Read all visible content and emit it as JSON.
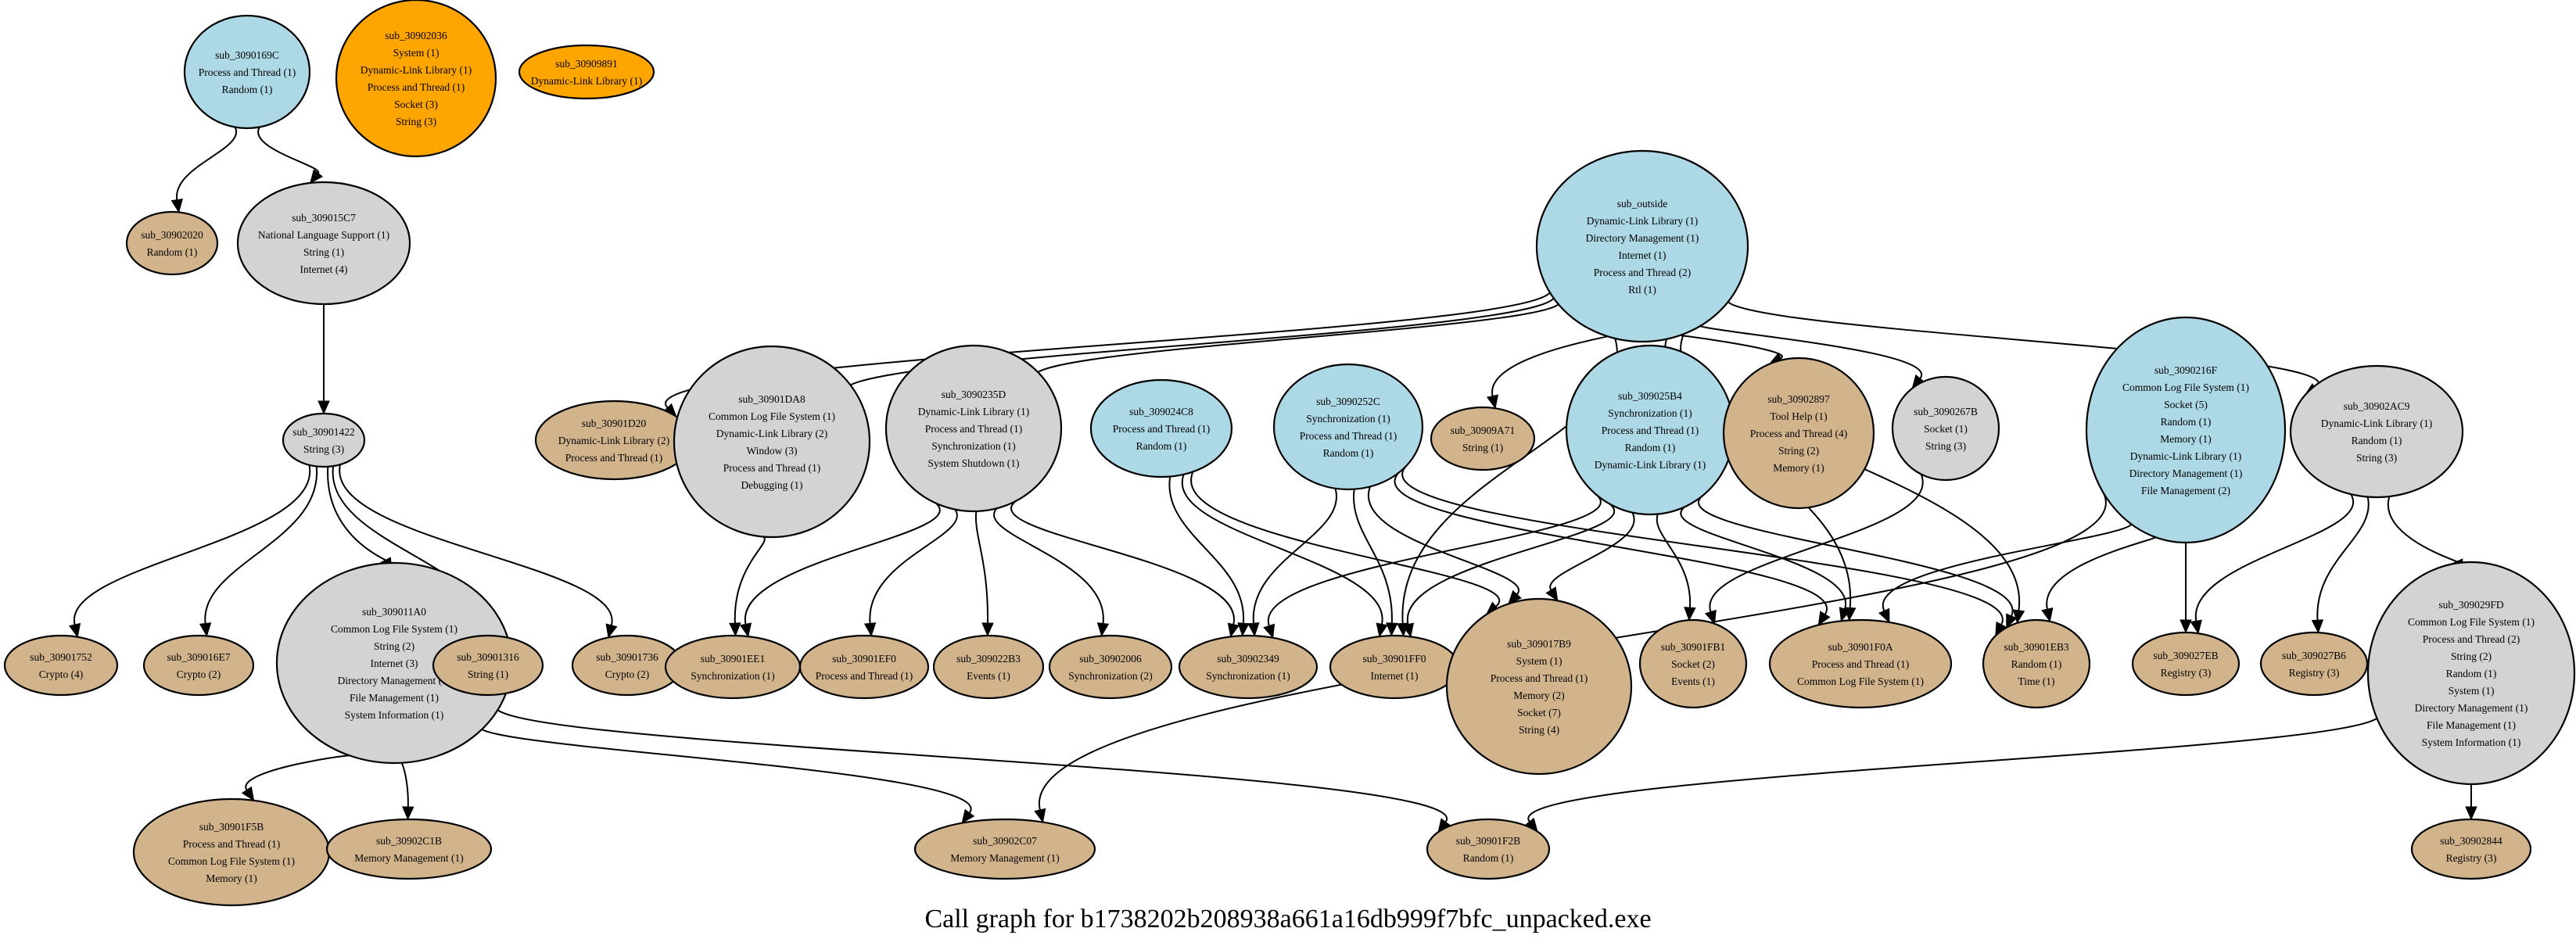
{
  "title": "Call graph for b1738202b208938a661a16db999f7bfc_unpacked.exe",
  "colors": {
    "entry": "#add8e6",
    "intermediate": "#d3d3d3",
    "leaf": "#d2b48c",
    "orphan": "#ffa500",
    "edge": "#000000"
  },
  "nodes": [
    {
      "id": "sub_3090169C",
      "kind": "entry",
      "labels": [
        "Process and Thread (1)",
        "Random (1)"
      ]
    },
    {
      "id": "sub_30902036",
      "kind": "orphan",
      "labels": [
        "System (1)",
        "Dynamic-Link Library (1)",
        "Process and Thread (1)",
        "Socket (3)",
        "String (3)"
      ]
    },
    {
      "id": "sub_30909891",
      "kind": "orphan",
      "labels": [
        "Dynamic-Link Library (1)"
      ]
    },
    {
      "id": "sub_30902020",
      "kind": "leaf",
      "labels": [
        "Random (1)"
      ]
    },
    {
      "id": "sub_309015C7",
      "kind": "intermediate",
      "labels": [
        "National Language Support (1)",
        "String (1)",
        "Internet (4)"
      ]
    },
    {
      "id": "sub_30901422",
      "kind": "intermediate",
      "labels": [
        "String (3)"
      ]
    },
    {
      "id": "sub_30901752",
      "kind": "leaf",
      "labels": [
        "Crypto (4)"
      ]
    },
    {
      "id": "sub_309016E7",
      "kind": "leaf",
      "labels": [
        "Crypto (2)"
      ]
    },
    {
      "id": "sub_309011A0",
      "kind": "intermediate",
      "labels": [
        "Common Log File System (1)",
        "String (2)",
        "Internet (3)",
        "Directory Management (1)",
        "File Management (1)",
        "System Information (1)"
      ]
    },
    {
      "id": "sub_30901316",
      "kind": "leaf",
      "labels": [
        "String (1)"
      ]
    },
    {
      "id": "sub_30901736",
      "kind": "leaf",
      "labels": [
        "Crypto (2)"
      ]
    },
    {
      "id": "sub_30901F5B",
      "kind": "leaf",
      "labels": [
        "Process and Thread (1)",
        "Common Log File System (1)",
        "Memory (1)"
      ]
    },
    {
      "id": "sub_30902C1B",
      "kind": "leaf",
      "labels": [
        "Memory Management (1)"
      ]
    },
    {
      "id": "sub_30902C07",
      "kind": "leaf",
      "labels": [
        "Memory Management (1)"
      ]
    },
    {
      "id": "sub_30901F2B",
      "kind": "leaf",
      "labels": [
        "Random (1)"
      ]
    },
    {
      "id": "sub_30902844",
      "kind": "leaf",
      "labels": [
        "Registry (3)"
      ]
    },
    {
      "id": "sub_outside",
      "kind": "entry",
      "labels": [
        "Dynamic-Link Library (1)",
        "Directory Management (1)",
        "Internet (1)",
        "Process and Thread (2)",
        "Rtl (1)"
      ]
    },
    {
      "id": "sub_30901D20",
      "kind": "leaf",
      "labels": [
        "Dynamic-Link Library (2)",
        "Process and Thread (1)"
      ]
    },
    {
      "id": "sub_30901DA8",
      "kind": "intermediate",
      "labels": [
        "Common Log File System (1)",
        "Dynamic-Link Library (2)",
        "Window (3)",
        "Process and Thread (1)",
        "Debugging (1)"
      ]
    },
    {
      "id": "sub_3090235D",
      "kind": "intermediate",
      "labels": [
        "Dynamic-Link Library (1)",
        "Process and Thread (1)",
        "Synchronization (1)",
        "System Shutdown (1)"
      ]
    },
    {
      "id": "sub_309024C8",
      "kind": "entry",
      "labels": [
        "Process and Thread (1)",
        "Random (1)"
      ]
    },
    {
      "id": "sub_3090252C",
      "kind": "entry",
      "labels": [
        "Synchronization (1)",
        "Process and Thread (1)",
        "Random (1)"
      ]
    },
    {
      "id": "sub_30909A71",
      "kind": "leaf",
      "labels": [
        "String (1)"
      ]
    },
    {
      "id": "sub_309025B4",
      "kind": "entry",
      "labels": [
        "Synchronization (1)",
        "Process and Thread (1)",
        "Random (1)",
        "Dynamic-Link Library (1)"
      ]
    },
    {
      "id": "sub_30902897",
      "kind": "leaf",
      "labels": [
        "Tool Help (1)",
        "Process and Thread (4)",
        "String (2)",
        "Memory (1)"
      ]
    },
    {
      "id": "sub_3090267B",
      "kind": "intermediate",
      "labels": [
        "Socket (1)",
        "String (3)"
      ]
    },
    {
      "id": "sub_3090216F",
      "kind": "entry",
      "labels": [
        "Common Log File System (1)",
        "Socket (5)",
        "Random (1)",
        "Memory (1)",
        "Dynamic-Link Library (1)",
        "Directory Management (1)",
        "File Management (2)"
      ]
    },
    {
      "id": "sub_30902AC9",
      "kind": "intermediate",
      "labels": [
        "Dynamic-Link Library (1)",
        "Random (1)",
        "String (3)"
      ]
    },
    {
      "id": "sub_30901EE1",
      "kind": "leaf",
      "labels": [
        "Synchronization (1)"
      ]
    },
    {
      "id": "sub_30901EF0",
      "kind": "leaf",
      "labels": [
        "Process and Thread (1)"
      ]
    },
    {
      "id": "sub_309022B3",
      "kind": "leaf",
      "labels": [
        "Events (1)"
      ]
    },
    {
      "id": "sub_30902006",
      "kind": "leaf",
      "labels": [
        "Synchronization (2)"
      ]
    },
    {
      "id": "sub_30902349",
      "kind": "leaf",
      "labels": [
        "Synchronization (1)"
      ]
    },
    {
      "id": "sub_30901FF0",
      "kind": "leaf",
      "labels": [
        "Internet (1)"
      ]
    },
    {
      "id": "sub_309017B9",
      "kind": "leaf",
      "labels": [
        "System (1)",
        "Process and Thread (1)",
        "Memory (2)",
        "Socket (7)",
        "String (4)"
      ]
    },
    {
      "id": "sub_30901FB1",
      "kind": "leaf",
      "labels": [
        "Socket (2)",
        "Events (1)"
      ]
    },
    {
      "id": "sub_30901F0A",
      "kind": "leaf",
      "labels": [
        "Process and Thread (1)",
        "Common Log File System (1)"
      ]
    },
    {
      "id": "sub_30901EB3",
      "kind": "leaf",
      "labels": [
        "Random (1)",
        "Time (1)"
      ]
    },
    {
      "id": "sub_309027EB",
      "kind": "leaf",
      "labels": [
        "Registry (3)"
      ]
    },
    {
      "id": "sub_309027B6",
      "kind": "leaf",
      "labels": [
        "Registry (3)"
      ]
    },
    {
      "id": "sub_309029FD",
      "kind": "intermediate",
      "labels": [
        "Common Log File System (1)",
        "Process and Thread (2)",
        "String (2)",
        "Random (1)",
        "System (1)",
        "Directory Management (1)",
        "File Management (1)",
        "System Information (1)"
      ]
    }
  ],
  "edges": [
    [
      "sub_3090169C",
      "sub_30902020"
    ],
    [
      "sub_3090169C",
      "sub_309015C7"
    ],
    [
      "sub_309015C7",
      "sub_30901422"
    ],
    [
      "sub_30901422",
      "sub_30901752"
    ],
    [
      "sub_30901422",
      "sub_309016E7"
    ],
    [
      "sub_30901422",
      "sub_309011A0"
    ],
    [
      "sub_30901422",
      "sub_30901316"
    ],
    [
      "sub_30901422",
      "sub_30901736"
    ],
    [
      "sub_309011A0",
      "sub_30901F5B"
    ],
    [
      "sub_309011A0",
      "sub_30902C1B"
    ],
    [
      "sub_309011A0",
      "sub_30902C07"
    ],
    [
      "sub_309011A0",
      "sub_30901F2B"
    ],
    [
      "sub_outside",
      "sub_30901D20"
    ],
    [
      "sub_outside",
      "sub_30901DA8"
    ],
    [
      "sub_outside",
      "sub_3090235D"
    ],
    [
      "sub_outside",
      "sub_30901FF0"
    ],
    [
      "sub_outside",
      "sub_30909A71"
    ],
    [
      "sub_outside",
      "sub_30902897"
    ],
    [
      "sub_outside",
      "sub_3090267B"
    ],
    [
      "sub_outside",
      "sub_30901F0A"
    ],
    [
      "sub_outside",
      "sub_30901EB3"
    ],
    [
      "sub_outside",
      "sub_30902AC9"
    ],
    [
      "sub_30901DA8",
      "sub_30901EE1"
    ],
    [
      "sub_3090235D",
      "sub_30901EE1"
    ],
    [
      "sub_3090235D",
      "sub_30901EF0"
    ],
    [
      "sub_3090235D",
      "sub_309022B3"
    ],
    [
      "sub_3090235D",
      "sub_30902006"
    ],
    [
      "sub_3090235D",
      "sub_30902349"
    ],
    [
      "sub_309024C8",
      "sub_30902349"
    ],
    [
      "sub_309024C8",
      "sub_30901FF0"
    ],
    [
      "sub_309024C8",
      "sub_309017B9"
    ],
    [
      "sub_3090252C",
      "sub_30902349"
    ],
    [
      "sub_3090252C",
      "sub_30901FF0"
    ],
    [
      "sub_3090252C",
      "sub_309017B9"
    ],
    [
      "sub_3090252C",
      "sub_30901F0A"
    ],
    [
      "sub_3090252C",
      "sub_30901EB3"
    ],
    [
      "sub_309025B4",
      "sub_30902349"
    ],
    [
      "sub_309025B4",
      "sub_30901FF0"
    ],
    [
      "sub_309025B4",
      "sub_309017B9"
    ],
    [
      "sub_309025B4",
      "sub_30901FB1"
    ],
    [
      "sub_309025B4",
      "sub_30901F0A"
    ],
    [
      "sub_309025B4",
      "sub_30901EB3"
    ],
    [
      "sub_3090267B",
      "sub_30901FB1"
    ],
    [
      "sub_3090216F",
      "sub_30901F0A"
    ],
    [
      "sub_3090216F",
      "sub_30901EB3"
    ],
    [
      "sub_3090216F",
      "sub_309027EB"
    ],
    [
      "sub_3090216F",
      "sub_30902C07"
    ],
    [
      "sub_30902AC9",
      "sub_309027EB"
    ],
    [
      "sub_30902AC9",
      "sub_309027B6"
    ],
    [
      "sub_30902AC9",
      "sub_309029FD"
    ],
    [
      "sub_309029FD",
      "sub_30901F2B"
    ],
    [
      "sub_309029FD",
      "sub_30902844"
    ]
  ]
}
